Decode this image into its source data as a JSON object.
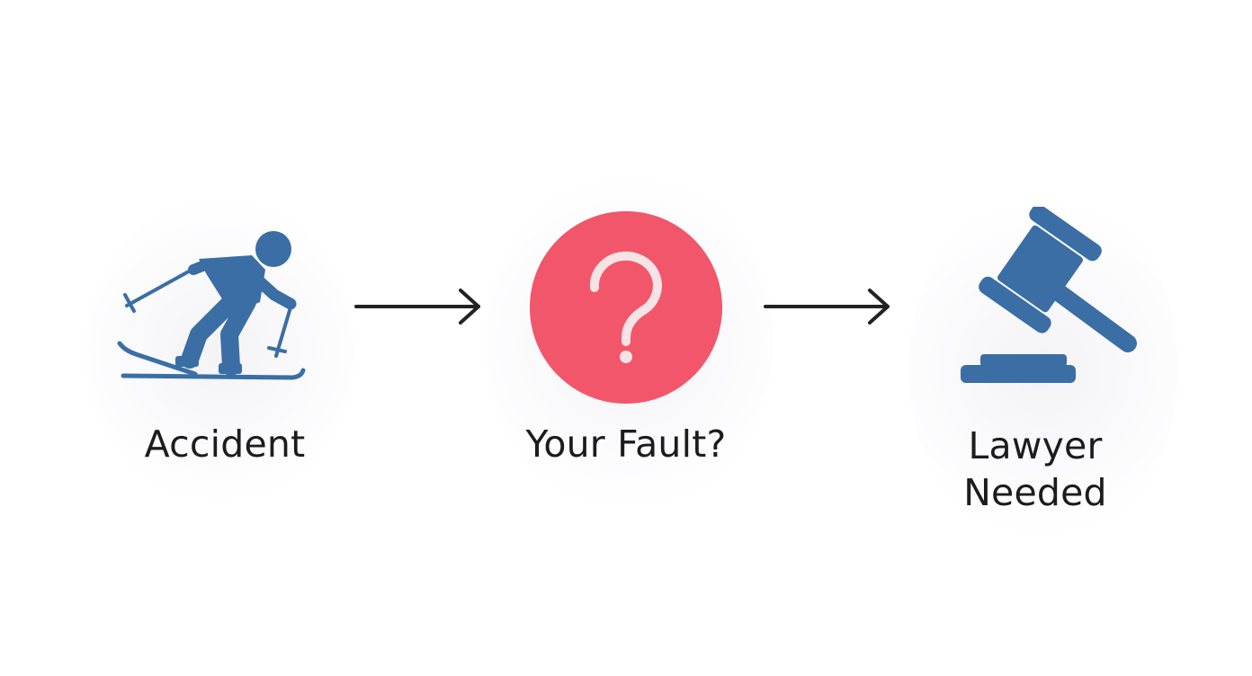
{
  "colors": {
    "icon_blue": "#3A6EA5",
    "question_red": "#F2566A",
    "text": "#1C1C1C",
    "arrow": "#222222"
  },
  "steps": [
    {
      "label": "Accident",
      "icon": "skier-icon"
    },
    {
      "label": "Your Fault?",
      "icon": "question-mark-icon"
    },
    {
      "label": "Lawyer\nNeeded",
      "icon": "gavel-icon"
    }
  ],
  "connectors": [
    "arrow-right-icon",
    "arrow-right-icon"
  ]
}
